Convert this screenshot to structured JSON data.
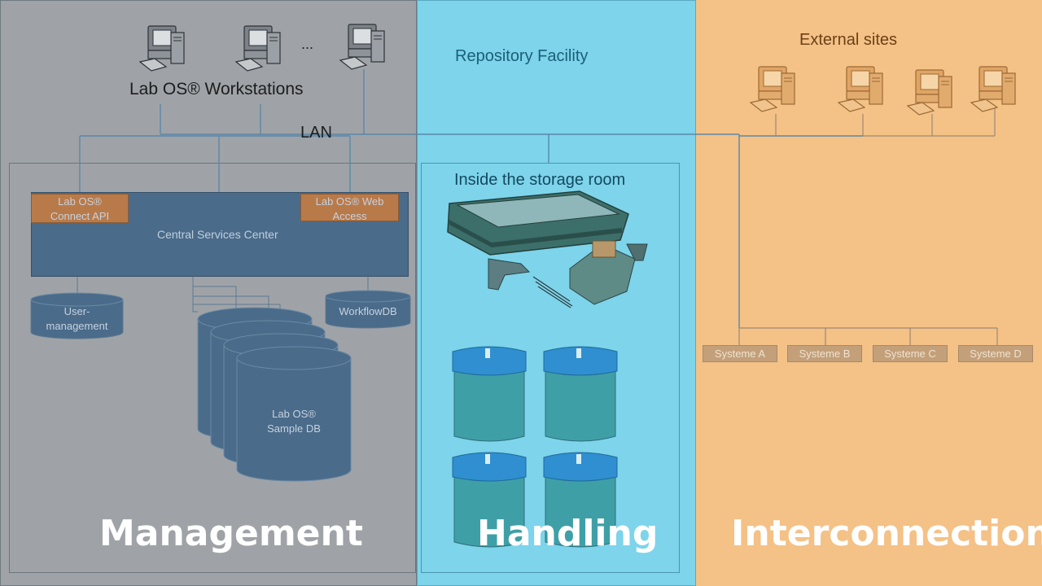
{
  "colors": {
    "management_bg": "#9fa3a7",
    "handling_bg": "#7dd4eb",
    "interconnection_bg": "#f4c186",
    "server_blue": "#4a6b8a",
    "api_orange": "#b97a4a",
    "line_color": "#5b87a8"
  },
  "workstations": {
    "label": "Lab OS® Workstations",
    "ellipsis": "..."
  },
  "lan_label": "LAN",
  "repository_label": "Repository Facility",
  "external_label": "External sites",
  "storage_room_label": "Inside the storage room",
  "services": {
    "center_label": "Central Services Center",
    "connect_api": [
      "Lab OS®",
      "Connect API"
    ],
    "web_access": [
      "Lab OS® Web",
      "Access"
    ]
  },
  "databases": {
    "user_mgmt": [
      "User-",
      "management"
    ],
    "workflow": "WorkflowDB",
    "sample": [
      "Lab OS®",
      "Sample DB"
    ]
  },
  "systems": [
    "Systeme A",
    "Systeme B",
    "Systeme C",
    "Systeme D"
  ],
  "sections": {
    "management": "Management",
    "handling": "Handling",
    "interconnection": "Interconnection"
  },
  "icons": [
    "computer-icon",
    "tablet-icon",
    "barcode-scanner-icon",
    "storage-tank-icon"
  ]
}
